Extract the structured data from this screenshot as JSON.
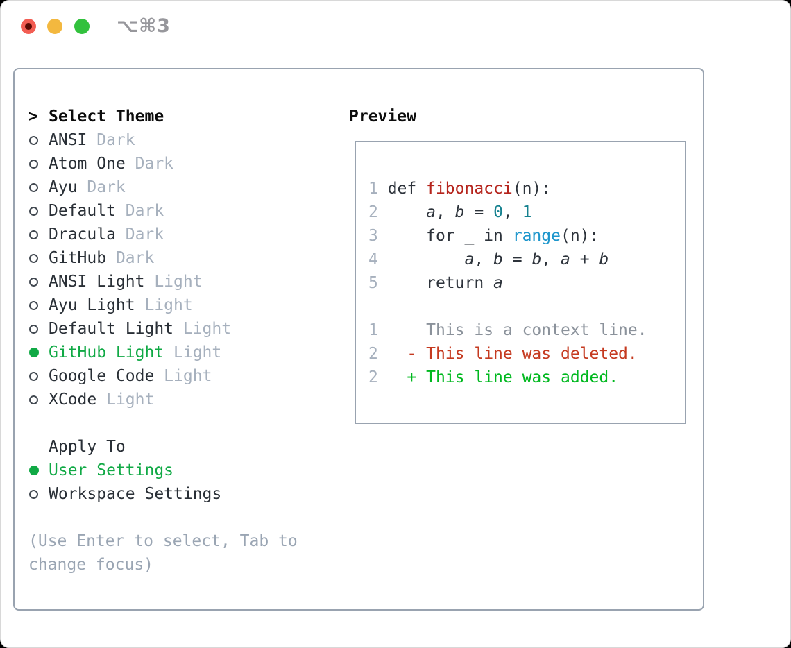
{
  "window": {
    "title": "⌥⌘3",
    "traffic_lights": [
      "close-red",
      "minimize-yellow",
      "zoom-green"
    ]
  },
  "colors": {
    "accent_green": "#10a945",
    "added_green": "#00b81f",
    "deleted_red": "#c53a20",
    "function_red": "#b5241c",
    "number_teal": "#15818f",
    "builtin_blue": "#1d96cc",
    "muted_gray": "#a6b0bd",
    "help_gray": "#9aa5b3",
    "border_gray": "#99a3b0",
    "text_dark": "#292f36"
  },
  "theme_list": {
    "header_prefix": ">",
    "header": "Select Theme",
    "items": [
      {
        "name": "ANSI",
        "variant": "Dark",
        "selected": false
      },
      {
        "name": "Atom One",
        "variant": "Dark",
        "selected": false
      },
      {
        "name": "Ayu",
        "variant": "Dark",
        "selected": false
      },
      {
        "name": "Default",
        "variant": "Dark",
        "selected": false
      },
      {
        "name": "Dracula",
        "variant": "Dark",
        "selected": false
      },
      {
        "name": "GitHub",
        "variant": "Dark",
        "selected": false
      },
      {
        "name": "ANSI Light",
        "variant": "Light",
        "selected": false
      },
      {
        "name": "Ayu Light",
        "variant": "Light",
        "selected": false
      },
      {
        "name": "Default Light",
        "variant": "Light",
        "selected": false
      },
      {
        "name": "GitHub Light",
        "variant": "Light",
        "selected": true
      },
      {
        "name": "Google Code",
        "variant": "Light",
        "selected": false
      },
      {
        "name": "XCode",
        "variant": "Light",
        "selected": false
      }
    ]
  },
  "apply_to": {
    "header": "Apply To",
    "items": [
      {
        "name": "User Settings",
        "selected": true
      },
      {
        "name": "Workspace Settings",
        "selected": false
      }
    ]
  },
  "help": {
    "line1": "(Use Enter to select, Tab to",
    "line2": "change focus)"
  },
  "preview": {
    "header": "Preview",
    "lines": [
      [
        {
          "t": "1 ",
          "c": "ln"
        },
        {
          "t": "def ",
          "c": "fg"
        },
        {
          "t": "fibonacci",
          "c": "red"
        },
        {
          "t": "(n):",
          "c": "fg"
        }
      ],
      [
        {
          "t": "2 ",
          "c": "ln"
        },
        {
          "t": "    ",
          "c": "fg"
        },
        {
          "t": "a",
          "c": "fg",
          "i": true
        },
        {
          "t": ", ",
          "c": "fg"
        },
        {
          "t": "b",
          "c": "fg",
          "i": true
        },
        {
          "t": " = ",
          "c": "fg"
        },
        {
          "t": "0",
          "c": "teal"
        },
        {
          "t": ", ",
          "c": "fg"
        },
        {
          "t": "1",
          "c": "teal"
        }
      ],
      [
        {
          "t": "3 ",
          "c": "ln"
        },
        {
          "t": "    for _ in ",
          "c": "fg"
        },
        {
          "t": "range",
          "c": "blue"
        },
        {
          "t": "(n):",
          "c": "fg"
        }
      ],
      [
        {
          "t": "4 ",
          "c": "ln"
        },
        {
          "t": "        ",
          "c": "fg"
        },
        {
          "t": "a",
          "c": "fg",
          "i": true
        },
        {
          "t": ", ",
          "c": "fg"
        },
        {
          "t": "b",
          "c": "fg",
          "i": true
        },
        {
          "t": " = ",
          "c": "fg"
        },
        {
          "t": "b",
          "c": "fg",
          "i": true
        },
        {
          "t": ", ",
          "c": "fg"
        },
        {
          "t": "a",
          "c": "fg",
          "i": true
        },
        {
          "t": " + ",
          "c": "fg"
        },
        {
          "t": "b",
          "c": "fg",
          "i": true
        }
      ],
      [
        {
          "t": "5 ",
          "c": "ln"
        },
        {
          "t": "    return ",
          "c": "fg"
        },
        {
          "t": "a",
          "c": "fg",
          "i": true
        }
      ],
      [],
      [
        {
          "t": "1",
          "c": "ln"
        },
        {
          "t": "     ",
          "c": "ctx"
        },
        {
          "t": "This is a context line.",
          "c": "ctx"
        }
      ],
      [
        {
          "t": "2",
          "c": "ln"
        },
        {
          "t": "   ",
          "c": "fg"
        },
        {
          "t": "- ",
          "c": "del"
        },
        {
          "t": "This line was deleted.",
          "c": "del"
        }
      ],
      [
        {
          "t": "2",
          "c": "ln"
        },
        {
          "t": "   ",
          "c": "fg"
        },
        {
          "t": "+ ",
          "c": "add"
        },
        {
          "t": "This line was added.",
          "c": "add"
        }
      ]
    ]
  }
}
